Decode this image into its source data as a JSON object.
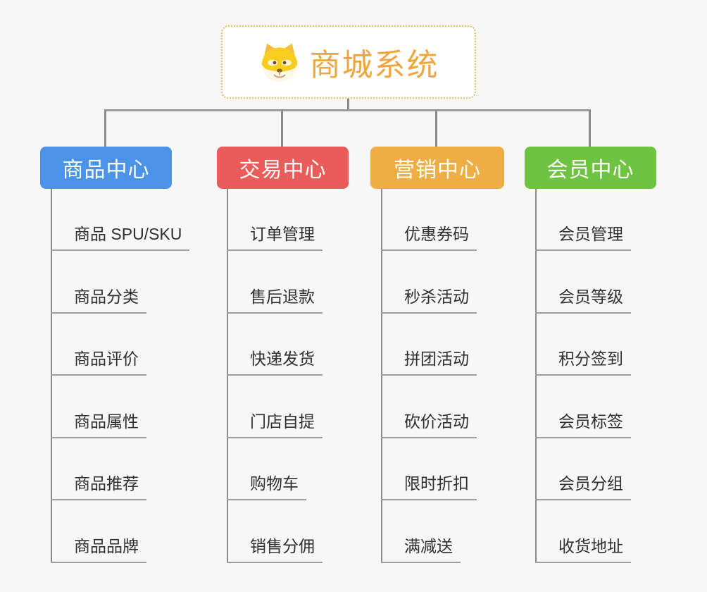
{
  "root": {
    "title": "商城系统",
    "icon": "dog-face-icon",
    "title_color": "#f0a640",
    "border_color": "#efb95f"
  },
  "branches": [
    {
      "label": "商品中心",
      "color": "#4a93e9",
      "children": [
        "商品 SPU/SKU",
        "商品分类",
        "商品评价",
        "商品属性",
        "商品推荐",
        "商品品牌"
      ]
    },
    {
      "label": "交易中心",
      "color": "#e95c59",
      "children": [
        "订单管理",
        "售后退款",
        "快递发货",
        "门店自提",
        "购物车",
        "销售分佣"
      ]
    },
    {
      "label": "营销中心",
      "color": "#efae44",
      "children": [
        "优惠券码",
        "秒杀活动",
        "拼团活动",
        "砍价活动",
        "限时折扣",
        "满减送"
      ]
    },
    {
      "label": "会员中心",
      "color": "#6ec340",
      "children": [
        "会员管理",
        "会员等级",
        "积分签到",
        "会员标签",
        "会员分组",
        "收货地址"
      ]
    }
  ]
}
